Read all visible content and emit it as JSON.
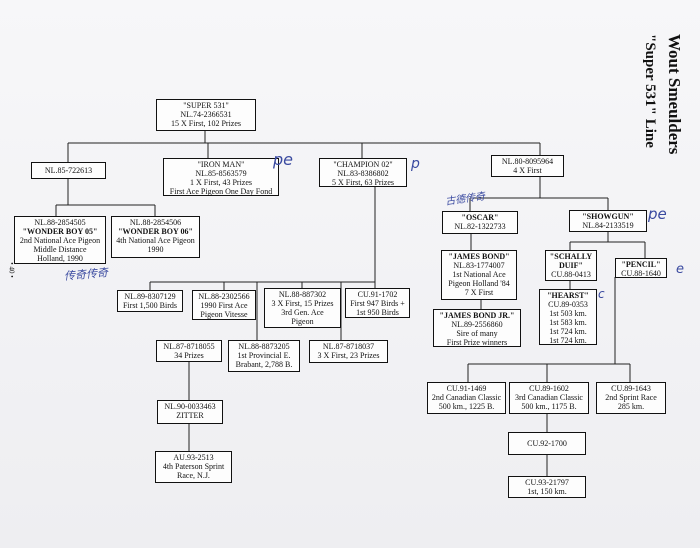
{
  "header": {
    "title_name": "Wout Smeulders",
    "title_line": "\"Super 531\" Line",
    "page_number": "• 40 •"
  },
  "nodes": [
    {
      "id": "super531",
      "lines": [
        "\"SUPER 531\"",
        "NL.74-2366531",
        "15 X First, 102 Prizes"
      ]
    },
    {
      "id": "nl85-722613",
      "lines": [
        "NL.85-722613"
      ]
    },
    {
      "id": "ironman",
      "lines": [
        "\"IRON MAN\"",
        "NL.85-8563579",
        "1 X First, 43 Prizes",
        "First Ace Pigeon One Day Fond"
      ]
    },
    {
      "id": "champion02",
      "lines": [
        "\"CHAMPION 02\"",
        "NL.83-8386802",
        "5 X First, 63 Prizes"
      ]
    },
    {
      "id": "nl80-8095964",
      "lines": [
        "NL.80-8095964",
        "4 X First"
      ]
    },
    {
      "id": "wonderboy05",
      "lines": [
        "NL.88-2854505",
        "\"WONDER BOY 05\"",
        "2nd National Ace Pigeon",
        "Middle Distance",
        "Holland, 1990"
      ]
    },
    {
      "id": "wonderboy06",
      "lines": [
        "NL.88-2854506",
        "\"WONDER BOY 06\"",
        "4th National Ace Pigeon",
        "1990"
      ]
    },
    {
      "id": "oscar",
      "lines": [
        "\"OSCAR\"",
        "NL.82-1322733"
      ]
    },
    {
      "id": "showgun",
      "lines": [
        "\"SHOWGUN\"",
        "NL.84-2133519"
      ]
    },
    {
      "id": "jamesbond",
      "lines": [
        "\"JAMES BOND\"",
        "NL.83-1774007",
        "1st National Ace",
        "Pigeon Holland '84",
        "7 X First"
      ]
    },
    {
      "id": "jamesbondjr",
      "lines": [
        "\"JAMES BOND JR.\"",
        "NL.89-2556860",
        "Sire of many",
        "First Prize winners"
      ]
    },
    {
      "id": "schallyduif",
      "lines": [
        "\"SCHALLY",
        "DUIF\"",
        "CU.88-0413"
      ]
    },
    {
      "id": "pencil",
      "lines": [
        "\"PENCIL\"",
        "CU.88-1640"
      ]
    },
    {
      "id": "hearst",
      "lines": [
        "\"HEARST\"",
        "CU.89-0353",
        "1st 503 km.",
        "1st 583 km.",
        "1st 724 km.",
        "1st 724 km."
      ]
    },
    {
      "id": "nl89-8307129",
      "lines": [
        "NL.89-8307129",
        "First 1,500 Birds"
      ]
    },
    {
      "id": "nl88-2302566",
      "lines": [
        "NL.88-2302566",
        "1990 First Ace",
        "Pigeon Vitesse"
      ]
    },
    {
      "id": "nl88-887302",
      "lines": [
        "NL.88-887302",
        "3 X First, 15 Prizes",
        "3rd Gen. Ace",
        "Pigeon"
      ]
    },
    {
      "id": "cu91-1702",
      "lines": [
        "CU.91-1702",
        "First 947 Birds +",
        "1st 950 Birds"
      ]
    },
    {
      "id": "nl87-8718055",
      "lines": [
        "NL.87-8718055",
        "34 Prizes"
      ]
    },
    {
      "id": "nl88-8873205",
      "lines": [
        "NL.88-8873205",
        "1st Provincial E.",
        "Brabant, 2,788 B."
      ]
    },
    {
      "id": "nl87-8718037",
      "lines": [
        "NL.87-8718037",
        "3 X First, 23 Prizes"
      ]
    },
    {
      "id": "zitter",
      "lines": [
        "NL.90-0033463",
        "ZITTER"
      ]
    },
    {
      "id": "au93-2513",
      "lines": [
        "AU.93-2513",
        "4th Paterson Sprint",
        "Race, N.J."
      ]
    },
    {
      "id": "cu91-1469",
      "lines": [
        "CU.91-1469",
        "2nd Canadian Classic",
        "500 km., 1225 B."
      ]
    },
    {
      "id": "cu89-1602",
      "lines": [
        "CU.89-1602",
        "3rd Canadian Classic",
        "500 km., 1175 B."
      ]
    },
    {
      "id": "cu89-1643",
      "lines": [
        "CU.89-1643",
        "2nd Sprint Race",
        "285 km."
      ]
    },
    {
      "id": "cu92-1700",
      "lines": [
        "CU.92-1700"
      ]
    },
    {
      "id": "cu93-21797",
      "lines": [
        "CU.93-21797",
        "1st, 150 km."
      ]
    }
  ],
  "handwritten": [
    {
      "id": "pe-ironman",
      "text": "pe"
    },
    {
      "id": "p-champion",
      "text": "p"
    },
    {
      "id": "cjk-oscar",
      "text": "古德传奇"
    },
    {
      "id": "pe-showgun",
      "text": "pe"
    },
    {
      "id": "cjk-wonder",
      "text": "传奇传奇"
    },
    {
      "id": "e-pencil",
      "text": "e"
    },
    {
      "id": "c-hearst",
      "text": "c"
    }
  ]
}
